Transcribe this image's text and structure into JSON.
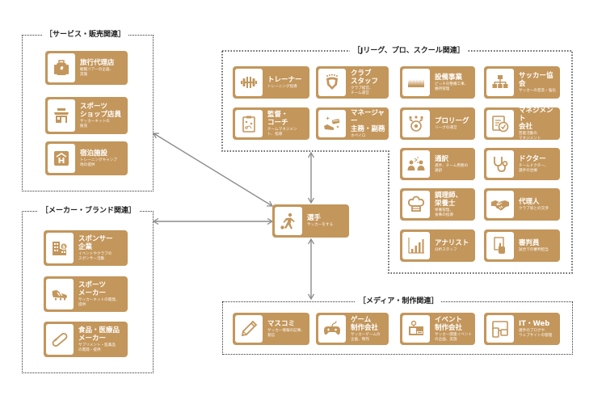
{
  "colors": {
    "card": "#c3965b",
    "arrow": "#8c8c8c",
    "border": "#333333"
  },
  "groups": {
    "service": {
      "title": "［サービス・販売関連］",
      "cards": [
        {
          "icon": "luggage-icon",
          "title": "旅行代理店",
          "desc": "観戦ツアーの企画、\n実施"
        },
        {
          "icon": "shop-icon",
          "title": "スポーツ\nショップ店員",
          "desc": "サッカーキットの\n販売"
        },
        {
          "icon": "hotel-icon",
          "title": "宿泊施設",
          "desc": "トレーニングキャンプ\n地の提供"
        }
      ]
    },
    "maker": {
      "title": "［メーカー・ブランド関連］",
      "cards": [
        {
          "icon": "sponsor-building-icon",
          "title": "スポンサー\n企業",
          "desc": "イベントやクラブの\nスポンサー活動"
        },
        {
          "icon": "soccer-cleat-icon",
          "title": "スポーツ\nメーカー",
          "desc": "サッカーキットの開発、\n提供"
        },
        {
          "icon": "capsule-icon",
          "title": "食品・医療品\nメーカー",
          "desc": "サプリメント・医薬品\nの開発・提供"
        }
      ]
    },
    "jleague": {
      "title": "［Jリーグ、プロ、スクール関連］",
      "cards": [
        {
          "icon": "dumbbell-icon",
          "title": "トレーナー",
          "desc": "トレーニング指導"
        },
        {
          "icon": "club-emblem-icon",
          "title": "クラブ\nスタッフ",
          "desc": "クラブ経営、\nチーム運営"
        },
        {
          "icon": "turf-icon",
          "title": "設備事業",
          "desc": "ピッチの整備工事、\n維持管理"
        },
        {
          "icon": "org-chart-icon",
          "title": "サッカー協会",
          "desc": "サッカーの普及・強化"
        },
        {
          "icon": "clipboard-tactics-icon",
          "title": "監督・\nコーチ",
          "desc": "チームマネジメン\nト、指導"
        },
        {
          "icon": "cleats-sparkle-icon",
          "title": "マネージャー\n主務・副務",
          "desc": "ホペイロ"
        },
        {
          "icon": "soccer-ball-people-icon",
          "title": "プロリーグ",
          "desc": "リーグの運営"
        },
        {
          "icon": "schedule-clock-icon",
          "title": "マネジメント\n会社",
          "desc": "芸能活動の\nマネジメント"
        },
        {
          "icon": "interpreter-icon",
          "title": "通訳",
          "desc": "選手、チーム用務の\n通訳"
        },
        {
          "icon": "stethoscope-icon",
          "title": "ドクター",
          "desc": "チームドクター、\n選手の治療"
        },
        {
          "icon": "chef-hat-icon",
          "title": "調理師、\n栄養士",
          "desc": "栄養管理、\n食事の指導"
        },
        {
          "icon": "handshake-icon",
          "title": "代理人",
          "desc": "クラブ等との交渉"
        },
        {
          "icon": "bar-chart-icon",
          "title": "アナリスト",
          "desc": "分析スタッフ"
        },
        {
          "icon": "referee-card-icon",
          "title": "審判員",
          "desc": "試合での審判担当"
        }
      ]
    },
    "media": {
      "title": "［メディア・制作関連］",
      "cards": [
        {
          "icon": "pencil-icon",
          "title": "マスコミ",
          "desc": "サッカー情報の記事、\n発信"
        },
        {
          "icon": "game-controller-icon",
          "title": "ゲーム\n制作会社",
          "desc": "サッカーゲームの\n企画、制作"
        },
        {
          "icon": "event-ticket-icon",
          "title": "イベント\n制作会社",
          "desc": "サッカー関連イベント\nの企画、実施"
        },
        {
          "icon": "devices-icon",
          "title": "IT・Web",
          "desc": "選手のブログや\nウェブサイトの管理"
        }
      ]
    }
  },
  "center": {
    "icon": "soccer-player-icon",
    "title": "選手",
    "desc": "サッカーをする"
  }
}
